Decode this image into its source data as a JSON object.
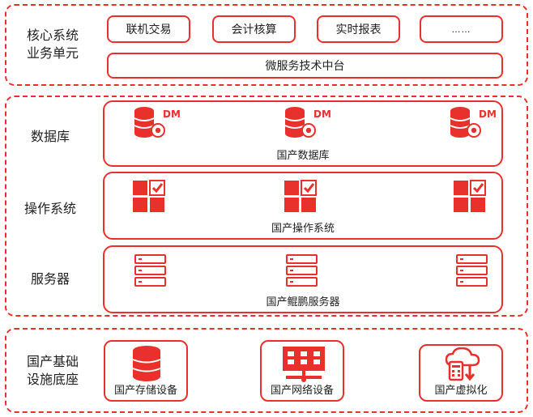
{
  "colors": {
    "accent": "#e8312c"
  },
  "core": {
    "label_line1": "核心系统",
    "label_line2": "业务单元",
    "apps": [
      "联机交易",
      "会计核算",
      "实时报表",
      "……"
    ],
    "platform": "微服务技术中台"
  },
  "layers": {
    "database": {
      "label": "数据库",
      "panel_label": "国产数据库",
      "badge": "DM",
      "icon": "database-eye-icon"
    },
    "os": {
      "label": "操作系统",
      "panel_label": "国产操作系统",
      "icon": "window-grid-check-icon"
    },
    "server": {
      "label": "服务器",
      "panel_label": "国产鲲鹏服务器",
      "icon": "server-rack-icon"
    }
  },
  "infra": {
    "label_line1": "国产基础",
    "label_line2": "设施底座",
    "items": [
      {
        "label": "国产存储设备",
        "icon": "storage-icon"
      },
      {
        "label": "国产网络设备",
        "icon": "network-icon"
      },
      {
        "label": "国产虚拟化",
        "icon": "virtualization-icon"
      }
    ]
  }
}
